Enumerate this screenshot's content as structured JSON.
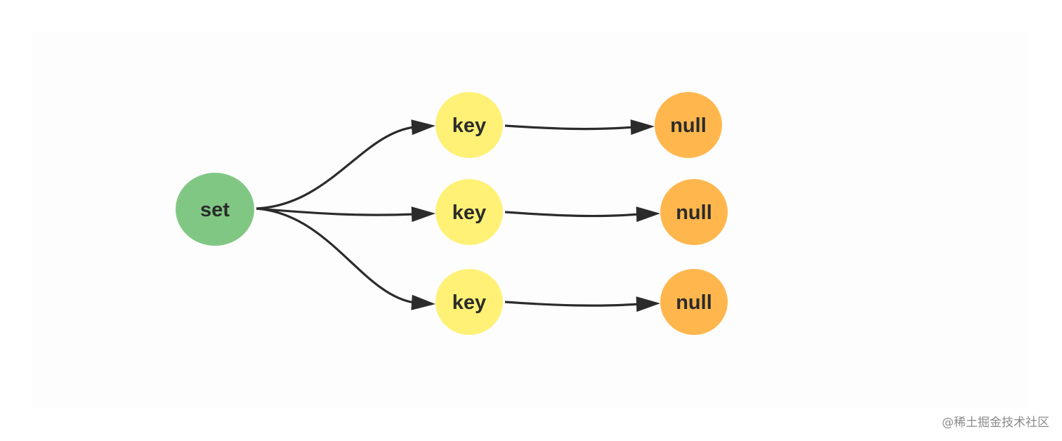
{
  "diagram": {
    "nodes": [
      {
        "id": "set",
        "label": "set",
        "color": "#81c784"
      },
      {
        "id": "key1",
        "label": "key",
        "color": "#fff176"
      },
      {
        "id": "key2",
        "label": "key",
        "color": "#fff176"
      },
      {
        "id": "key3",
        "label": "key",
        "color": "#fff176"
      },
      {
        "id": "null1",
        "label": "null",
        "color": "#ffb74d"
      },
      {
        "id": "null2",
        "label": "null",
        "color": "#ffb74d"
      },
      {
        "id": "null3",
        "label": "null",
        "color": "#ffb74d"
      }
    ],
    "edges": [
      {
        "from": "set",
        "to": "key1"
      },
      {
        "from": "set",
        "to": "key2"
      },
      {
        "from": "set",
        "to": "key3"
      },
      {
        "from": "key1",
        "to": "null1"
      },
      {
        "from": "key2",
        "to": "null2"
      },
      {
        "from": "key3",
        "to": "null3"
      }
    ],
    "edge_color": "#2b2b2b"
  },
  "watermark": "@稀土掘金技术社区"
}
